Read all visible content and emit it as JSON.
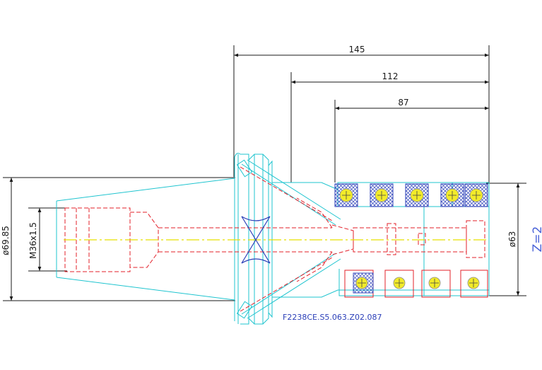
{
  "dimensions": {
    "overall_length": "145",
    "length_112": "112",
    "length_87": "87",
    "left_diameter": "ø69.85",
    "thread": "M36x1.5",
    "right_diameter": "ø63"
  },
  "insert_count": "Z=2",
  "part_number": "F2238CE.S5.063.Z02.087",
  "colors": {
    "dimension": "#1a1a1a",
    "outline": "#1fc4cf",
    "hidden": "#e3202a",
    "centerline": "#e8e000",
    "insert": "#2b3fb8"
  }
}
